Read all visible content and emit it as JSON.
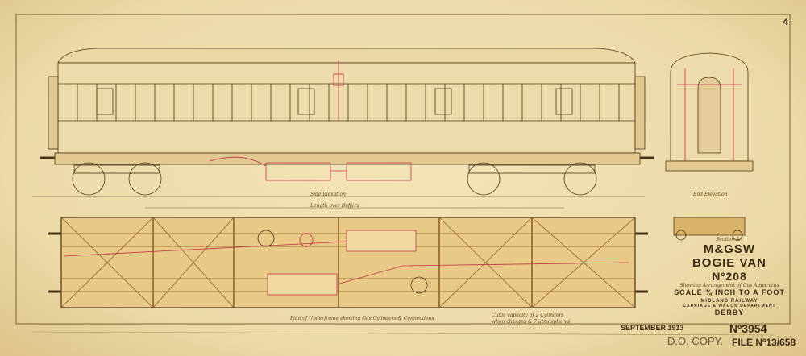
{
  "sheet_number": "4",
  "drawing": {
    "side_elevation_label": "Side Elevation",
    "end_elevation_label": "End Elevation",
    "length_label": "Length over Buffers",
    "plan_label": "Plan of Underframe showing Gas Cylinders & Connections",
    "section_label": "Section AA",
    "cubic_capacity_note_1": "Cubic capacity of 2 Cylinders",
    "cubic_capacity_note_2": "when charged & 7 atmospheres"
  },
  "title_block": {
    "company": "M&GSW",
    "vehicle": "BOGIE VAN",
    "number": "Nº208",
    "subtitle": "Showing Arrangement of Gas Apparatus",
    "scale": "SCALE ¾ INCH TO A FOOT",
    "railway": "MIDLAND RAILWAY",
    "department": "CARRIAGE & WAGON DEPARTMENT",
    "location": "DERBY",
    "drawing_number": "Nº3954",
    "date": "SEPTEMBER 1913",
    "stamp": "D.O. COPY.",
    "file_number": "FILE Nº13/658"
  },
  "colors": {
    "paper": "#efdfb0",
    "ink": "#4a3418",
    "red": "#c0304a",
    "wood": "#d9b26a"
  }
}
